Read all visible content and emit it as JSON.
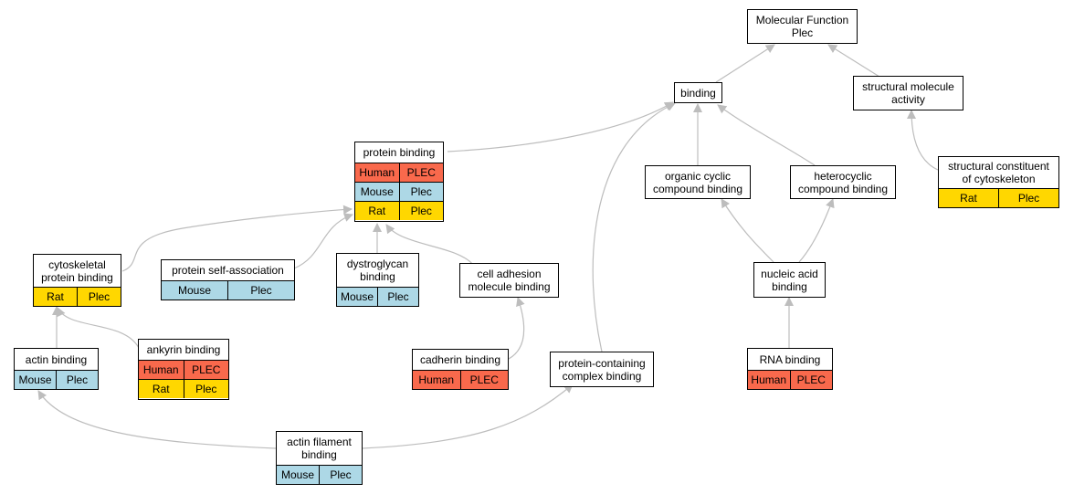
{
  "colors": {
    "Human": "#f9694c",
    "Mouse": "#add8e6",
    "Rat": "#ffd700",
    "edge": "#bdbdbd"
  },
  "nodes": {
    "molecular_function": {
      "label": "Molecular Function\nPlec"
    },
    "binding": {
      "label": "binding"
    },
    "structural_molecule_activity": {
      "label": "structural molecule\nactivity"
    },
    "protein_binding": {
      "label": "protein binding",
      "rows": [
        {
          "species": "Human",
          "gene": "PLEC"
        },
        {
          "species": "Mouse",
          "gene": "Plec"
        },
        {
          "species": "Rat",
          "gene": "Plec"
        }
      ]
    },
    "organic_cyclic": {
      "label": "organic cyclic\ncompound binding"
    },
    "heterocyclic": {
      "label": "heterocyclic\ncompound binding"
    },
    "structural_constituent": {
      "label": "structural constituent\nof cytoskeleton",
      "rows": [
        {
          "species": "Rat",
          "gene": "Plec"
        }
      ]
    },
    "cytoskeletal_protein_binding": {
      "label": "cytoskeletal\nprotein binding",
      "rows": [
        {
          "species": "Rat",
          "gene": "Plec"
        }
      ]
    },
    "protein_self_association": {
      "label": "protein self-association",
      "rows": [
        {
          "species": "Mouse",
          "gene": "Plec"
        }
      ]
    },
    "dystroglycan_binding": {
      "label": "dystroglycan\nbinding",
      "rows": [
        {
          "species": "Mouse",
          "gene": "Plec"
        }
      ]
    },
    "cell_adhesion": {
      "label": "cell adhesion\nmolecule binding"
    },
    "nucleic_acid": {
      "label": "nucleic acid\nbinding"
    },
    "actin_binding": {
      "label": "actin binding",
      "rows": [
        {
          "species": "Mouse",
          "gene": "Plec"
        }
      ]
    },
    "ankyrin_binding": {
      "label": "ankyrin binding",
      "rows": [
        {
          "species": "Human",
          "gene": "PLEC"
        },
        {
          "species": "Rat",
          "gene": "Plec"
        }
      ]
    },
    "cadherin_binding": {
      "label": "cadherin binding",
      "rows": [
        {
          "species": "Human",
          "gene": "PLEC"
        }
      ]
    },
    "protein_complex": {
      "label": "protein-containing\ncomplex binding"
    },
    "rna_binding": {
      "label": "RNA binding",
      "rows": [
        {
          "species": "Human",
          "gene": "PLEC"
        }
      ]
    },
    "actin_filament": {
      "label": "actin filament\nbinding",
      "rows": [
        {
          "species": "Mouse",
          "gene": "Plec"
        }
      ]
    }
  }
}
